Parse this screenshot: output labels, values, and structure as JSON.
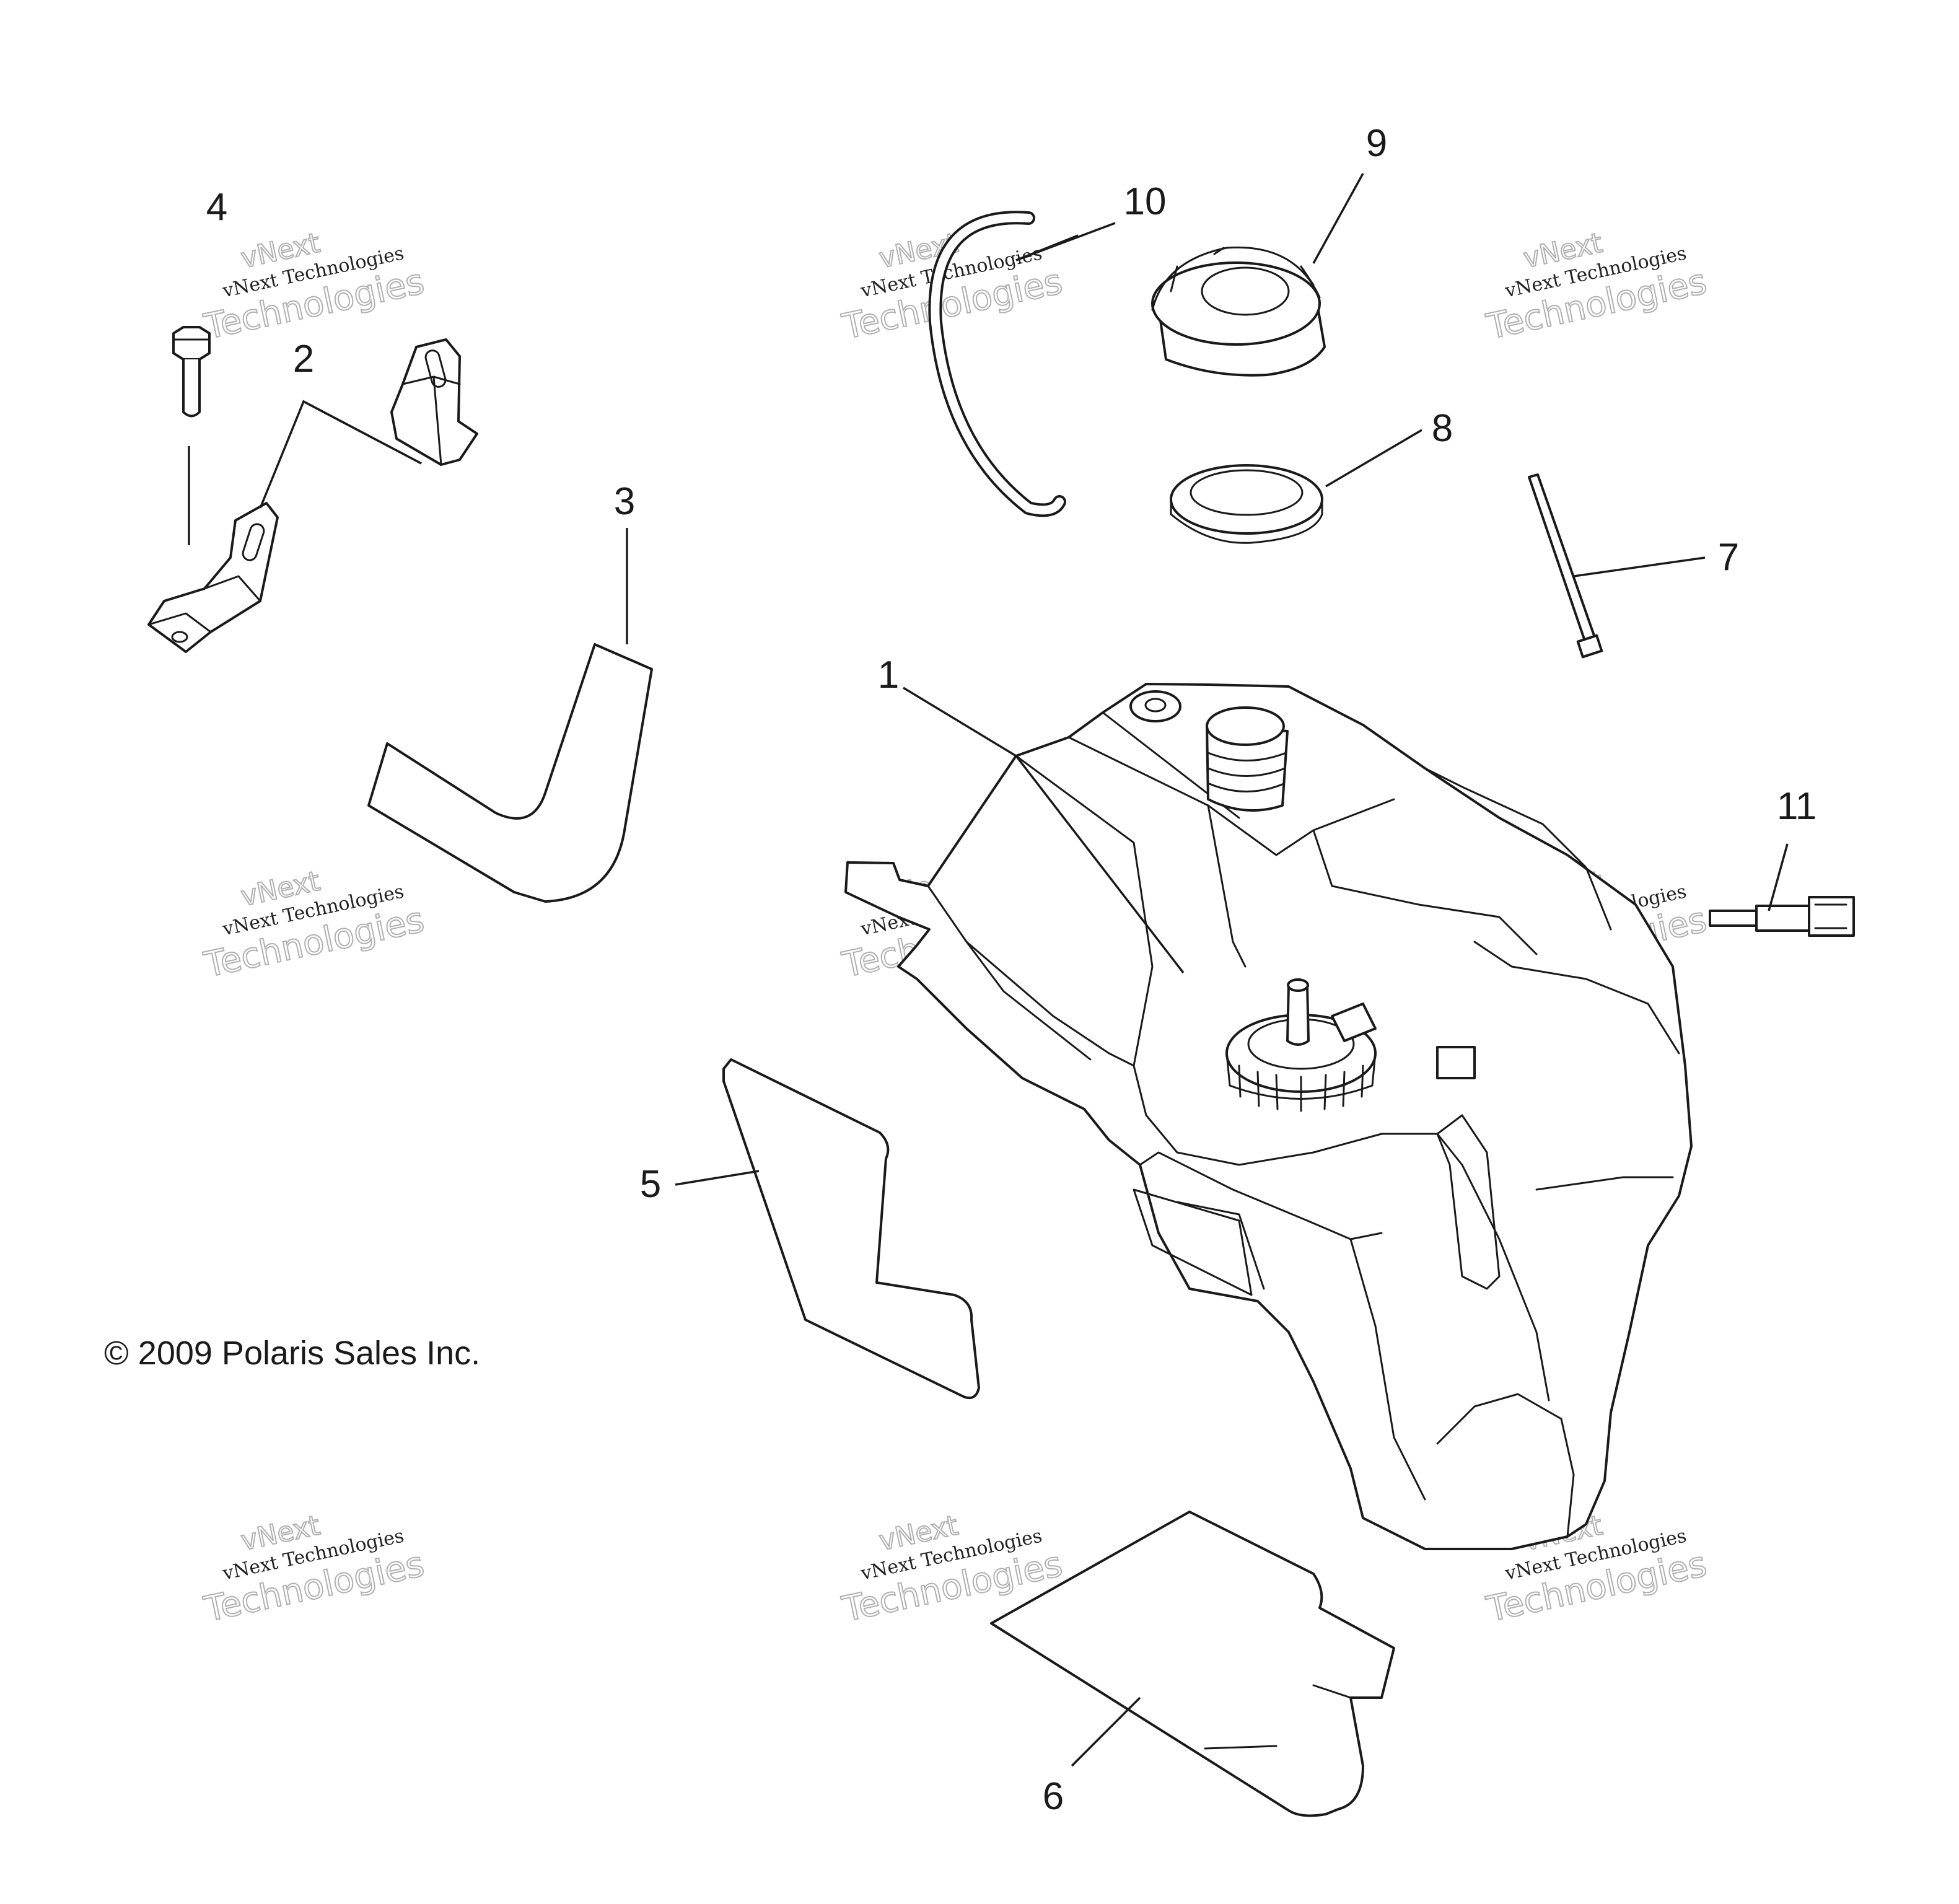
{
  "callouts": {
    "c1": "1",
    "c2": "2",
    "c3": "3",
    "c4": "4",
    "c5": "5",
    "c6": "6",
    "c7": "7",
    "c8": "8",
    "c9": "9",
    "c10": "10",
    "c11": "11"
  },
  "copyright": "© 2009 Polaris Sales Inc.",
  "watermark": {
    "line_top": "vNext",
    "line_small": "vNext Technologies",
    "line_big": "Technologies"
  }
}
